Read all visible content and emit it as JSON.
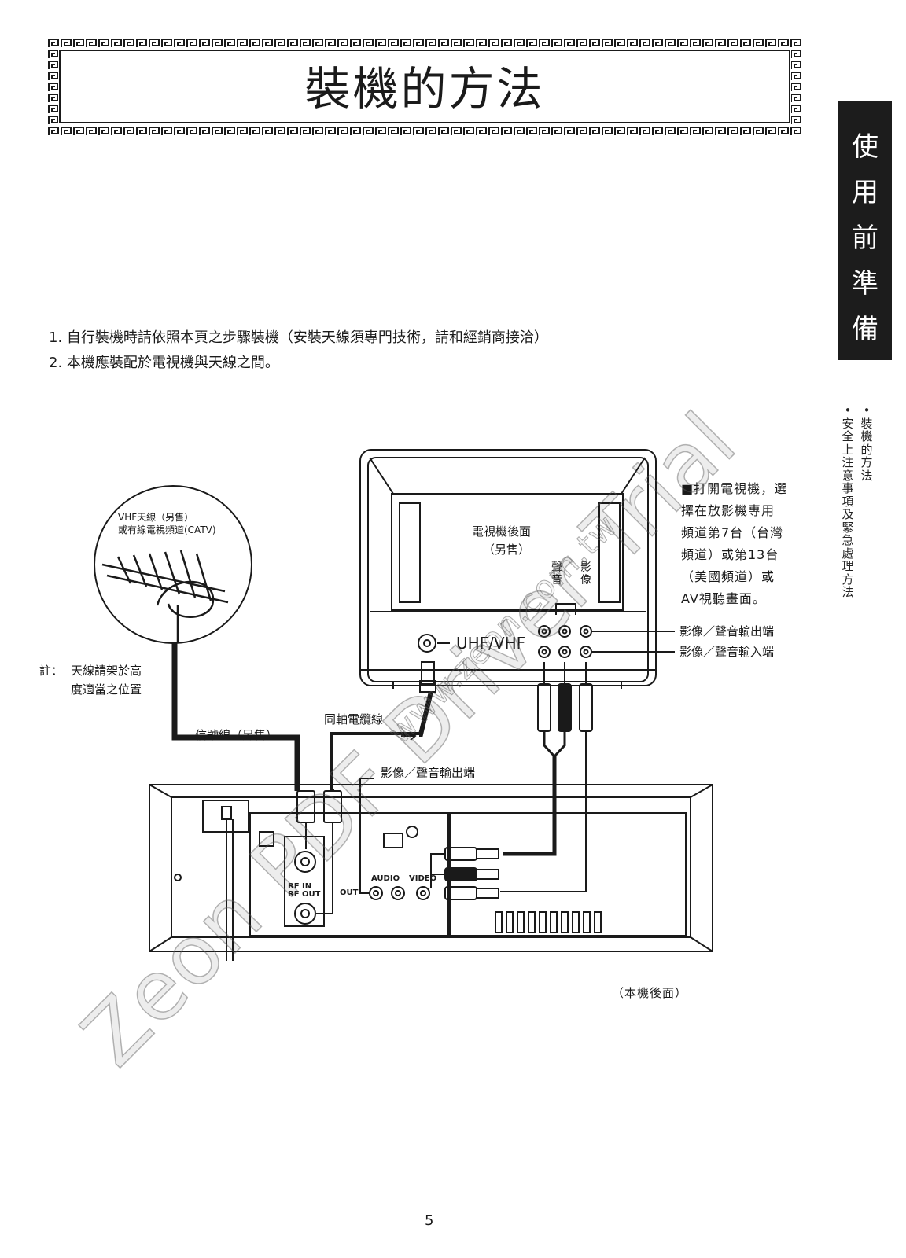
{
  "title": "裝機的方法",
  "side_tab": {
    "label_chars": [
      "使",
      "用",
      "前",
      "準",
      "備"
    ],
    "bullet": "•",
    "item1_chars": [
      "裝",
      "機",
      "的",
      "方",
      "法"
    ],
    "item2_chars": [
      "安",
      "全",
      "上",
      "注",
      "意",
      "事",
      "項",
      "及",
      "緊",
      "急",
      "處",
      "理",
      "方",
      "法"
    ]
  },
  "instructions": [
    "1. 自行裝機時請依照本頁之步驟裝機（安裝天線須專門技術，請和經銷商接洽）",
    "2. 本機應裝配於電視機與天線之間。"
  ],
  "diagram": {
    "antenna_label_1": "VHF天線（另售）",
    "antenna_label_2": "或有線電視頻道(CATV)",
    "note_prefix": "註：",
    "note_line1": "天線請架於高",
    "note_line2": "度適當之位置",
    "signal_cable": "信號線（另售）",
    "coax_cable": "同軸電纜線",
    "av_out_label": "影像／聲音輸出端",
    "tv_back_1": "電視機後面",
    "tv_back_2": "（另售）",
    "audio_chars": [
      "聲",
      "音"
    ],
    "video_chars": [
      "影",
      "像"
    ],
    "uhf_vhf": "UHF/VHF",
    "tv_av_out": "影像／聲音輸出端",
    "tv_av_in": "影像／聲音輸入端",
    "tv_note_lines": [
      "■打開電視機，選",
      "擇在放影機專用",
      "頻道第7台（台灣",
      "頻道）或第13台",
      "（美國頻道）或",
      "AV視聽畫面。"
    ],
    "rf_in": "RF IN",
    "rf_out": "RF OUT",
    "out": "OUT",
    "audio": "AUDIO",
    "video": "VIDEO",
    "vcr_back": "（本機後面）"
  },
  "watermark": "Zeon PDF Driver Trial",
  "watermark_url": "www.zeon.com.tw",
  "page_number": "5"
}
